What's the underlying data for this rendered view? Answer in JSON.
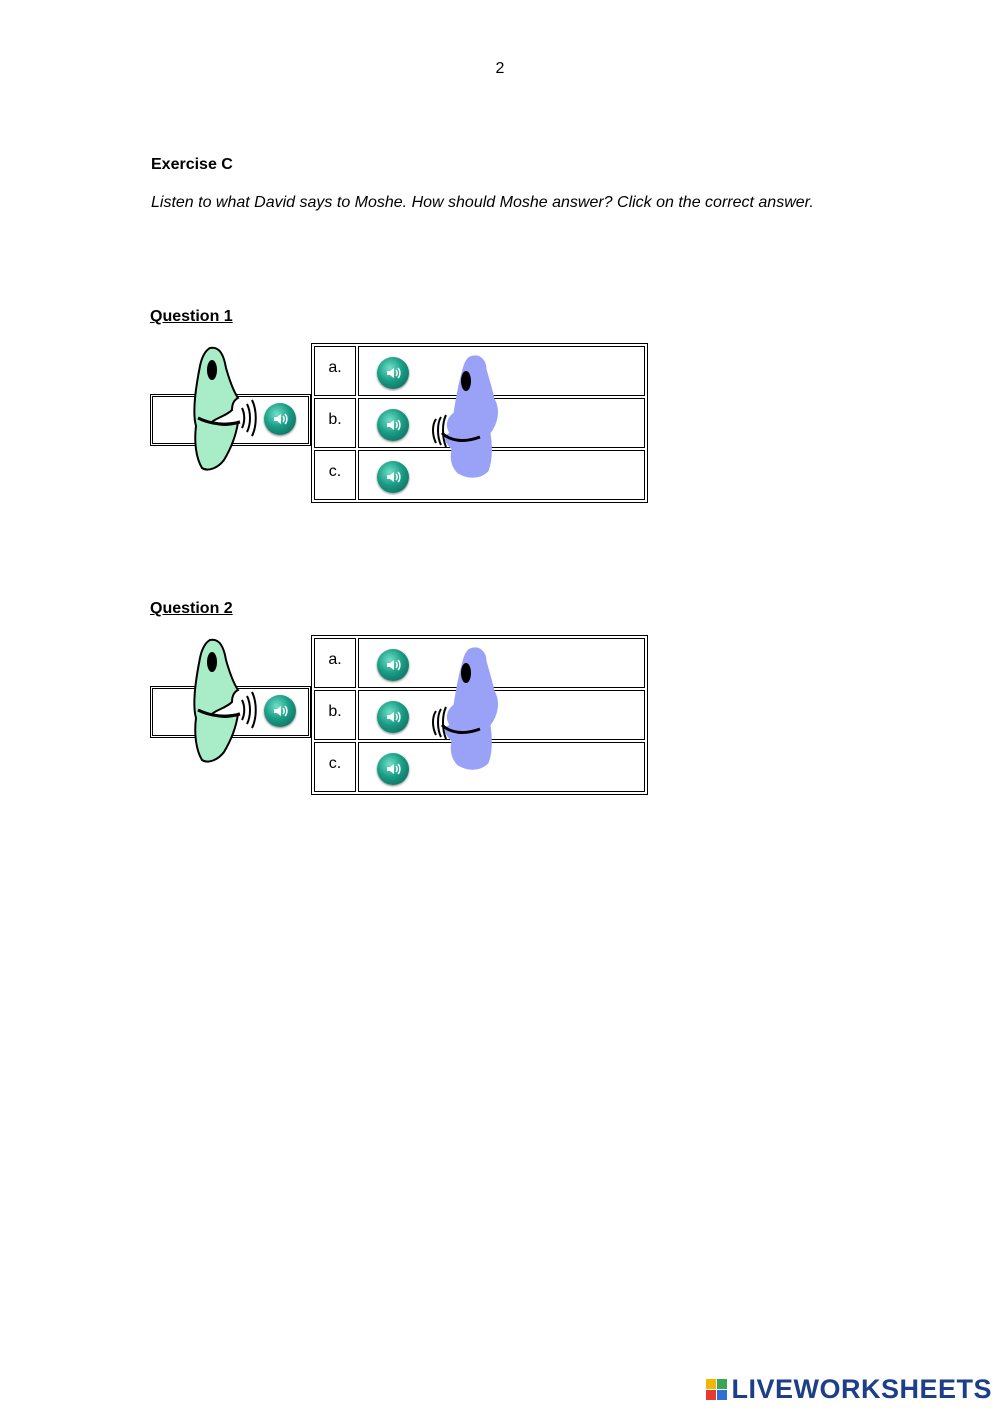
{
  "page": {
    "number": "2"
  },
  "exercise": {
    "title": "Exercise C",
    "instructions": "Listen to what David says to Moshe. How should Moshe answer? Click on the correct answer."
  },
  "questions": [
    {
      "title": "Question 1",
      "options": [
        {
          "letter": "a."
        },
        {
          "letter": "b."
        },
        {
          "letter": "c."
        }
      ]
    },
    {
      "title": "Question 2",
      "options": [
        {
          "letter": "a."
        },
        {
          "letter": "b."
        },
        {
          "letter": "c."
        }
      ]
    }
  ],
  "icons": {
    "audio": "speaker-icon",
    "david": "green-face-speaking-icon",
    "moshe": "blue-face-listening-icon"
  },
  "colors": {
    "audio_button": "#1a9c85",
    "david_face": "#a8ecc8",
    "moshe_face": "#9aa2f8",
    "brand": "#1d3f8a"
  },
  "branding": {
    "name": "LIVEWORKSHEETS"
  }
}
